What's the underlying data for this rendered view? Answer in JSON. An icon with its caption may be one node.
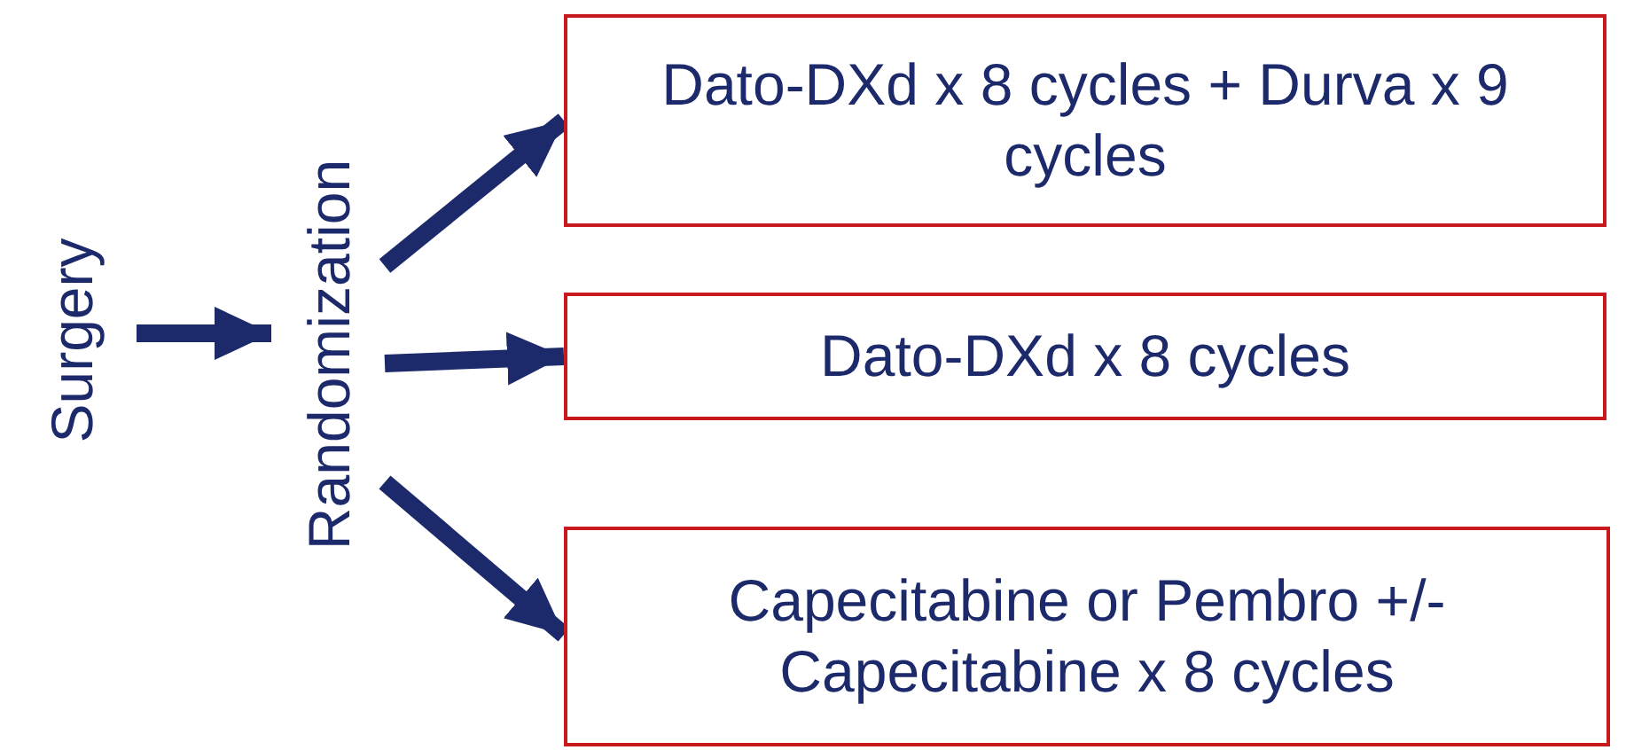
{
  "diagram": {
    "nodes": [
      {
        "text": [
          "Surgery"
        ]
      },
      {
        "text": [
          "Randomization"
        ]
      },
      {
        "text": [
          "Dato-DXd x 8 cycles + Durva x 9 cycles"
        ]
      },
      {
        "text": [
          "Dato-DXd x 8 cycles"
        ]
      },
      {
        "text": [
          "Capecitabine or Pembro +/- Capecitabine x 8 cycles"
        ]
      }
    ],
    "edges": [
      {
        "from": 0,
        "to": 1,
        "arrow": "to"
      },
      {
        "from": 1,
        "to": 2,
        "arrow": "to"
      },
      {
        "from": 1,
        "to": 3,
        "arrow": "to"
      },
      {
        "from": 1,
        "to": 4,
        "arrow": "to"
      }
    ]
  }
}
